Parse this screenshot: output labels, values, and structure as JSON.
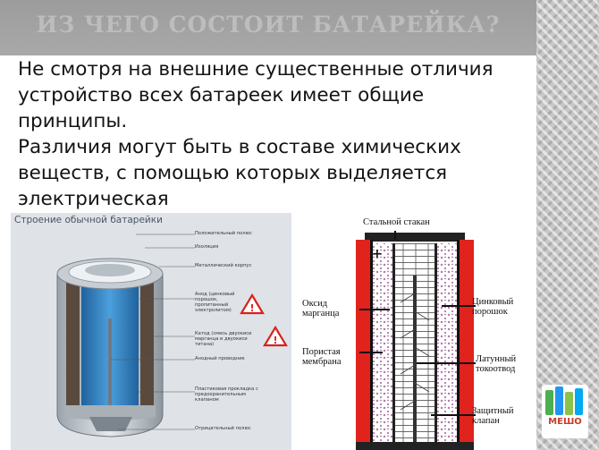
{
  "slide": {
    "title": "ИЗ ЧЕГО СОСТОИТ БАТАРЕЙКА?",
    "paragraphs": [
      "Не смотря на внешние существенные отличия устройство всех батареек имеет общие принципы.",
      "Различия могут быть в составе химических веществ, с помощью которых выделяется электрическая"
    ]
  },
  "left_figure": {
    "caption": "Строение обычной батарейки",
    "labels": {
      "positive": "Положительный полюс",
      "insulation": "Изоляция",
      "case": "Металлический корпус",
      "anode": "Анод (цинковый порошок, пропитанный электролитом)",
      "cathode": "Катод (смесь двуокиси марганца и двуокиси титана)",
      "anode_conductor": "Анодный проводник",
      "gasket": "Пластиковая прокладка с предохранительным клапаном",
      "negative": "Отрицательный полюс"
    }
  },
  "right_figure": {
    "labels": {
      "steel_can": "Стальной стакан",
      "mn_oxide": "Оксид марганца",
      "zinc_powder": "Цинковый порошок",
      "porous_membrane": "Пористая мембрана",
      "brass_collector": "Латунный токоотвод",
      "safety_valve": "Защитный клапан"
    }
  },
  "logo": {
    "text": "МЕШО"
  },
  "colors": {
    "title_bar": "#a4a4a4",
    "title_text": "#bdbdbd",
    "battery_red": "#e0231c",
    "cathode_blue": "#2f7fc2",
    "warning_red": "#d6231d"
  }
}
